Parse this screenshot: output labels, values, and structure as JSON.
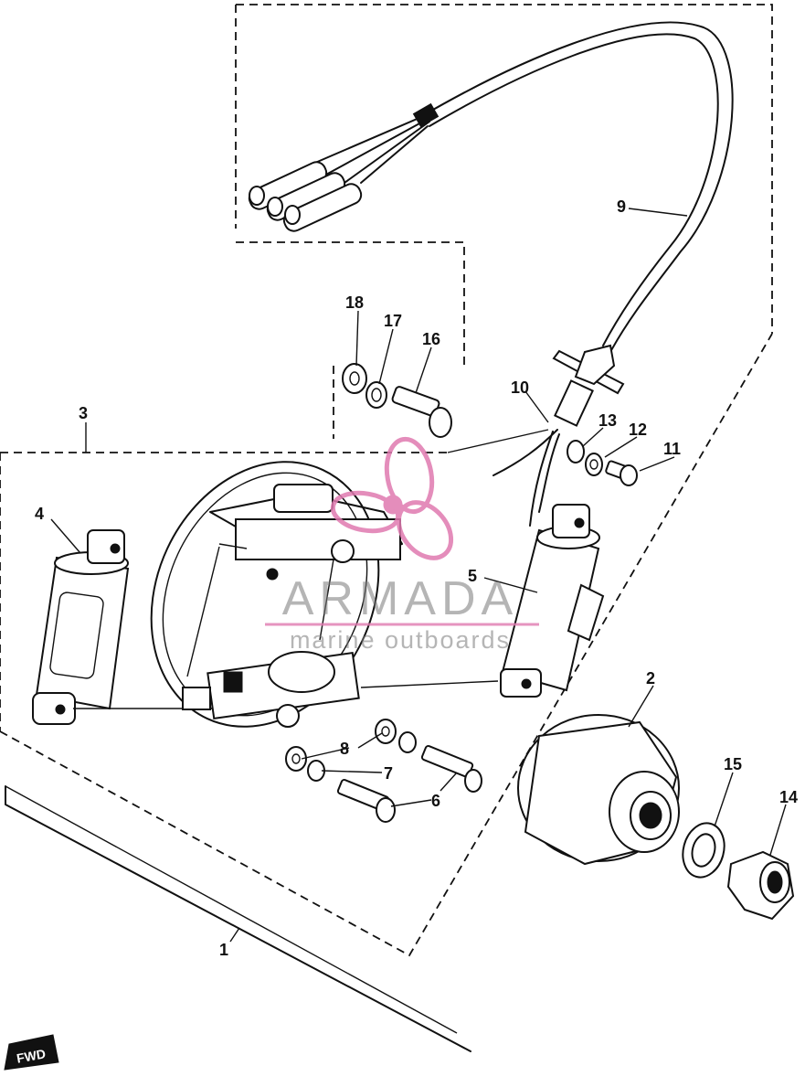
{
  "watermark": {
    "brand": "ARMADA",
    "tagline": "marine outboards",
    "accent_color": "#e07ab0"
  },
  "direction_marker": "FWD",
  "callouts": [
    {
      "id": "c1",
      "text": "1"
    },
    {
      "id": "c2",
      "text": "2"
    },
    {
      "id": "c3",
      "text": "3"
    },
    {
      "id": "c4",
      "text": "4"
    },
    {
      "id": "c5",
      "text": "5"
    },
    {
      "id": "c6",
      "text": "6"
    },
    {
      "id": "c7",
      "text": "7"
    },
    {
      "id": "c8",
      "text": "8"
    },
    {
      "id": "c9",
      "text": "9"
    },
    {
      "id": "c10",
      "text": "10"
    },
    {
      "id": "c11",
      "text": "11"
    },
    {
      "id": "c12",
      "text": "12"
    },
    {
      "id": "c13",
      "text": "13"
    },
    {
      "id": "c14",
      "text": "14"
    },
    {
      "id": "c15",
      "text": "15"
    },
    {
      "id": "c16",
      "text": "16"
    },
    {
      "id": "c17",
      "text": "17"
    },
    {
      "id": "c18",
      "text": "18"
    }
  ]
}
